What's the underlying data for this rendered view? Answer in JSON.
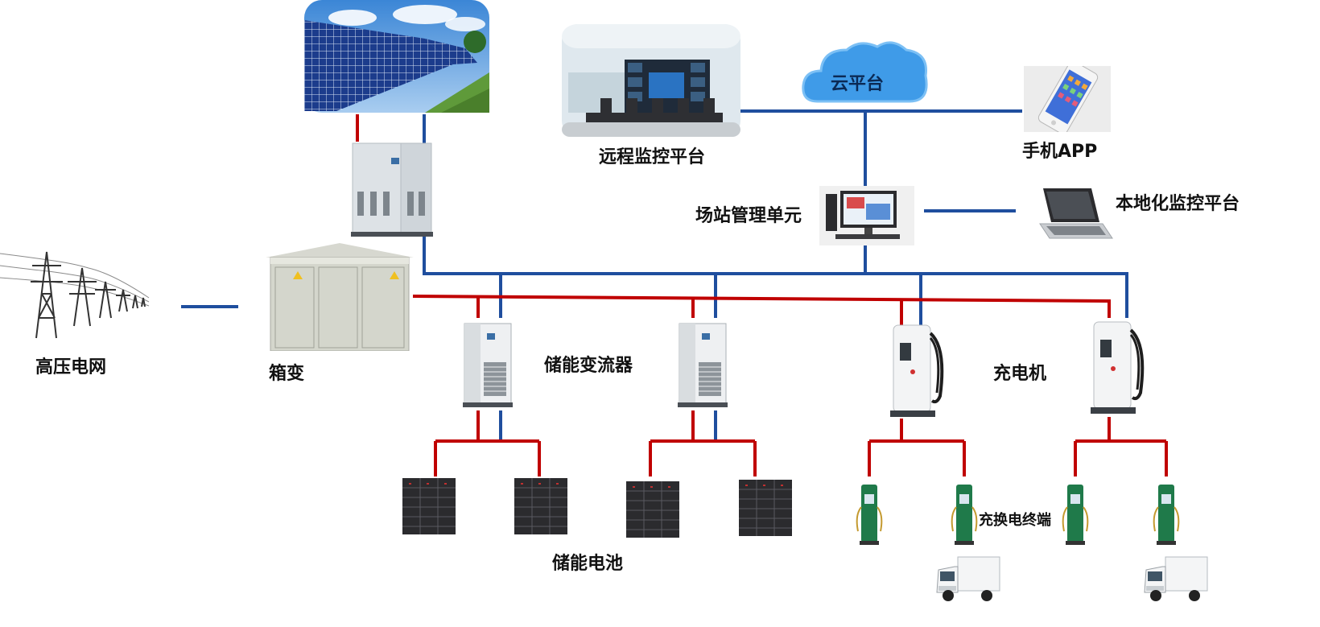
{
  "labels": {
    "grid": "高压电网",
    "box_transformer": "箱变",
    "pcs": "储能变流器",
    "battery": "储能电池",
    "charger": "充电机",
    "terminal": "充换电终端",
    "remote_platform": "远程监控平台",
    "cloud": "云平台",
    "mobile_app": "手机APP",
    "station_unit": "场站管理单元",
    "local_platform": "本地化监控平台"
  },
  "icons": [
    "power-tower-icon",
    "solar-panel-icon",
    "pv-inverter-icon",
    "box-transformer-icon",
    "pcs-cabinet-icon",
    "battery-rack-icon",
    "charger-icon",
    "charging-terminal-icon",
    "truck-icon",
    "control-room-icon",
    "cloud-icon",
    "smartphone-icon",
    "desktop-computer-icon",
    "laptop-icon"
  ],
  "colors": {
    "power_line": "#c00000",
    "comm_line": "#1f4e9e",
    "cloud_fill": "#3f9be8",
    "terminal_green": "#1f7a4a"
  }
}
